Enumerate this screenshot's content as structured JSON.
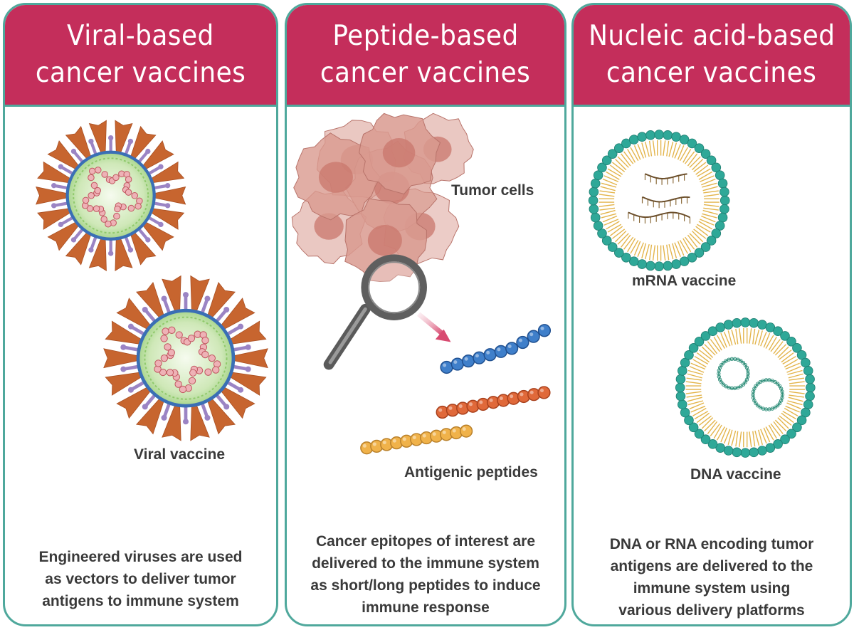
{
  "panels": [
    {
      "title_line1": "Viral-based",
      "title_line2": "cancer vaccines",
      "label": "Viral vaccine",
      "desc": [
        "Engineered viruses are used",
        "as vectors to deliver tumor",
        "antigens to immune system"
      ]
    },
    {
      "title_line1": "Peptide-based",
      "title_line2": "cancer vaccines",
      "label_tumor": "Tumor cells",
      "label_peptides": "Antigenic peptides",
      "desc": [
        "Cancer epitopes of interest are",
        "delivered to the immune system",
        "as short/long peptides to induce",
        "immune response"
      ]
    },
    {
      "title_line1": "Nucleic acid-based",
      "title_line2": "cancer vaccines",
      "label_mrna": "mRNA vaccine",
      "label_dna": "DNA vaccine",
      "desc": [
        "DNA or RNA encoding tumor",
        "antigens are delivered to the",
        "immune system using",
        "various delivery platforms"
      ]
    }
  ],
  "colors": {
    "header": "#c42e5b",
    "border": "#4fa89c",
    "text": "#3a3a3a",
    "spike": "#c7652f",
    "envelope": "#3a6fb5",
    "protein": "#9b84c4",
    "capsid_fill": "#cfe8b8",
    "genome": "#d9737f",
    "tumor": "#d99a8f",
    "lipid_head": "#2fa898",
    "lipid_tail": "#e3b44a",
    "peptide_blue": "#3f7fca",
    "peptide_orange": "#e0693a",
    "peptide_yellow": "#f0b24a"
  },
  "icons": [
    "virus-icon",
    "tumor-cell-icon",
    "magnifier-icon",
    "peptide-chain-icon",
    "lipid-nanoparticle-icon",
    "mrna-strand-icon",
    "plasmid-icon"
  ]
}
